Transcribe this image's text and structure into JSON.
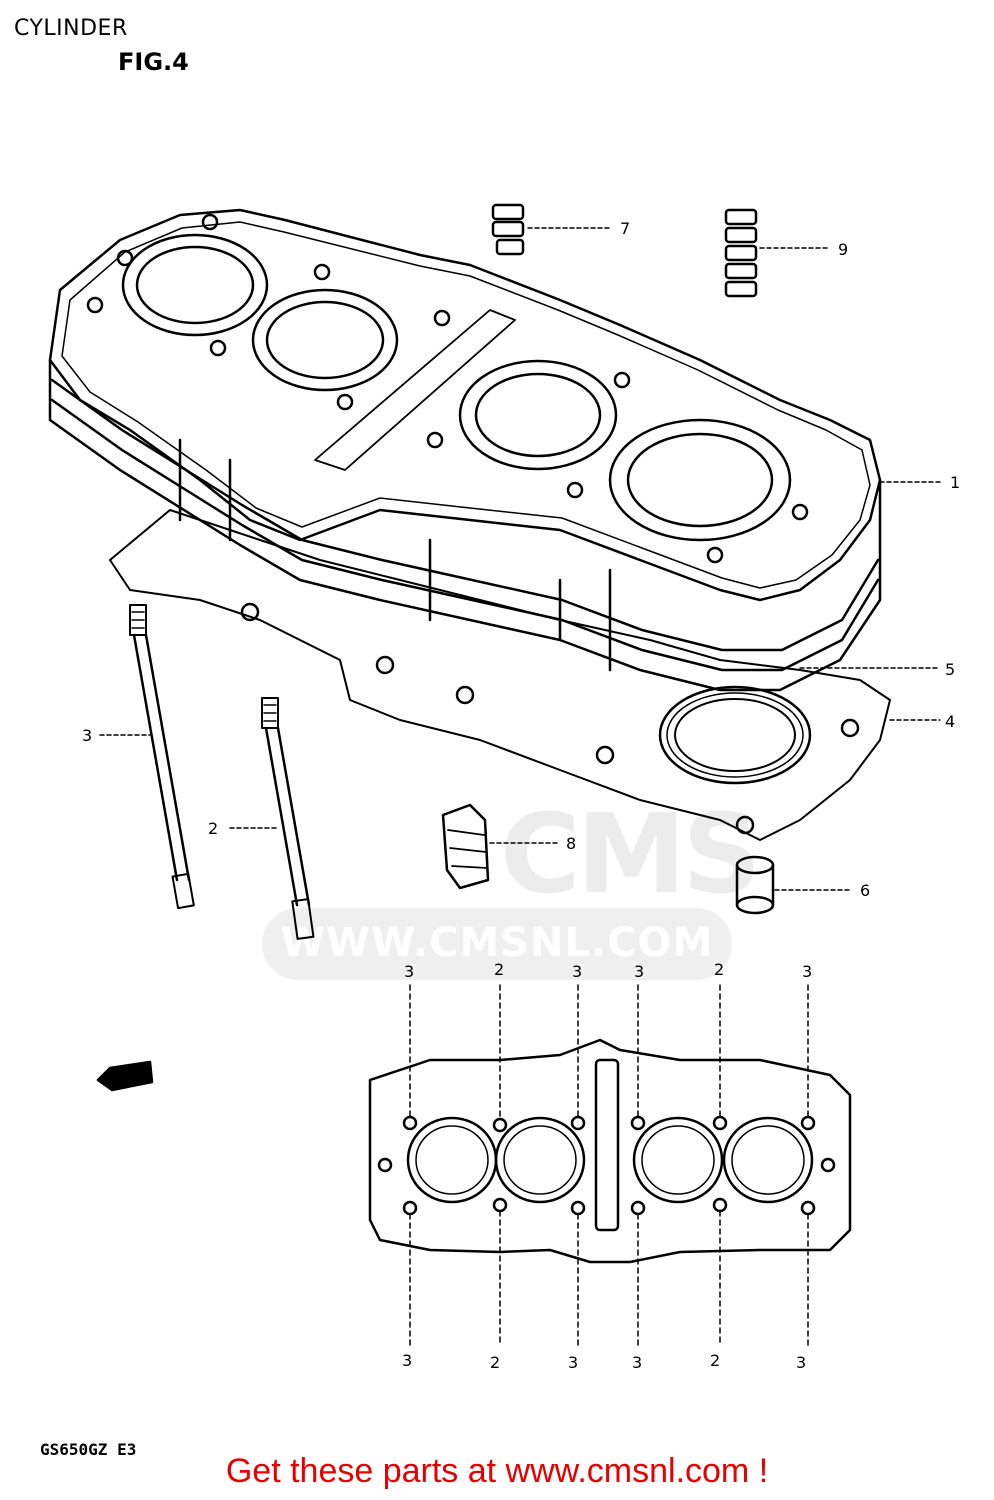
{
  "header": {
    "title": "CYLINDER",
    "figure": "FIG.4"
  },
  "watermark": {
    "logo_text": "CMS",
    "url_text": "WWW.CMSNL.COM"
  },
  "footer": {
    "model_code": "GS650GZ E3",
    "promo_text": "Get these parts at www.cmsnl.com !"
  },
  "callouts": {
    "c1": "1",
    "c2": "2",
    "c3": "3",
    "c4": "4",
    "c5": "5",
    "c6": "6",
    "c7": "7",
    "c8": "8",
    "c9": "9"
  },
  "fwd_label": "FWD",
  "bottom_view": {
    "top_labels": [
      "3",
      "2",
      "3",
      "3",
      "2",
      "3"
    ],
    "bottom_labels": [
      "3",
      "2",
      "3",
      "3",
      "2",
      "3"
    ]
  }
}
